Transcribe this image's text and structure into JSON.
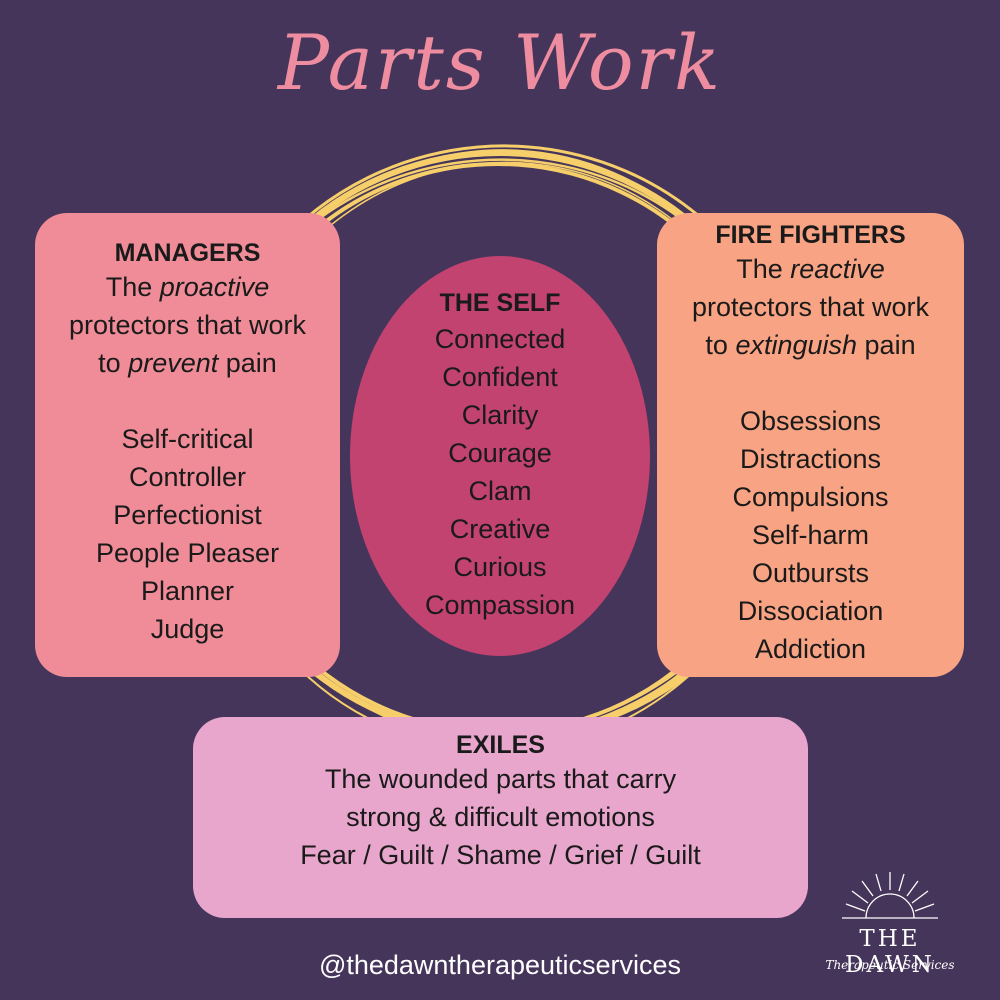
{
  "title": "Parts Work",
  "colors": {
    "background": "#45355a",
    "title": "#ee8ca0",
    "rings": "#f6cf6b",
    "managers": "#ef8c98",
    "firefighters": "#f8a484",
    "self": "#c24270",
    "exiles": "#e8a6cc"
  },
  "managers": {
    "heading": "MANAGERS",
    "desc1_pre": "The ",
    "desc1_em": "proactive",
    "desc2": "protectors that work",
    "desc3_pre": "to ",
    "desc3_em": "prevent",
    "desc3_post": " pain",
    "items": [
      "Self-critical",
      "Controller",
      "Perfectionist",
      "People Pleaser",
      "Planner",
      "Judge"
    ]
  },
  "self": {
    "heading": "THE SELF",
    "items": [
      "Connected",
      "Confident",
      "Clarity",
      "Courage",
      "Clam",
      "Creative",
      "Curious",
      "Compassion"
    ]
  },
  "firefighters": {
    "heading": "FIRE FIGHTERS",
    "desc1_pre": "The ",
    "desc1_em": "reactive",
    "desc2": "protectors that work",
    "desc3_pre": "to ",
    "desc3_em": "extinguish",
    "desc3_post": " pain",
    "items": [
      "Obsessions",
      "Distractions",
      "Compulsions",
      "Self-harm",
      "Outbursts",
      "Dissociation",
      "Addiction"
    ]
  },
  "exiles": {
    "heading": "EXILES",
    "line1": "The wounded parts that carry",
    "line2": "strong & difficult emotions",
    "line3": "Fear / Guilt / Shame / Grief / Guilt"
  },
  "logo": {
    "brand": "THE DAWN",
    "sub": "Therapeutic Services"
  },
  "handle": "@thedawntherapeuticservices"
}
